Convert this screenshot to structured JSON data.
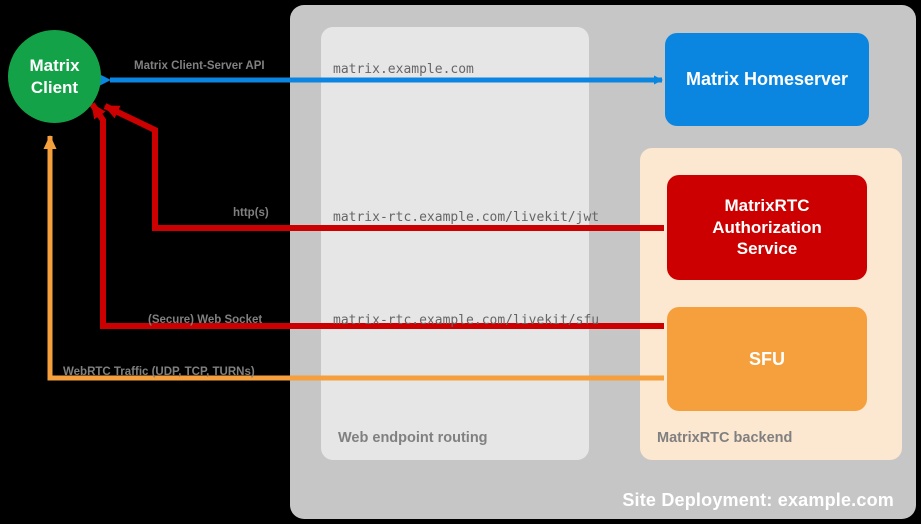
{
  "diagram": {
    "site_panel_label": "Site Deployment: example.com",
    "routing_panel_label": "Web endpoint routing",
    "backend_panel_label": "MatrixRTC backend"
  },
  "nodes": {
    "client_line1": "Matrix",
    "client_line2": "Client",
    "homeserver": "Matrix Homeserver",
    "auth_line1": "MatrixRTC",
    "auth_line2": "Authorization",
    "auth_line3": "Service",
    "sfu": "SFU"
  },
  "connections": [
    {
      "name": "client-server-api",
      "label": "Matrix Client-Server API",
      "endpoint": "matrix.example.com",
      "color": "#0b86e0"
    },
    {
      "name": "jwt-http",
      "label": "http(s)",
      "endpoint": "matrix-rtc.example.com/livekit/jwt",
      "color": "#cc0000"
    },
    {
      "name": "sfu-websocket",
      "label": "(Secure) Web Socket",
      "endpoint": "matrix-rtc.example.com/livekit/sfu",
      "color": "#cc0000"
    },
    {
      "name": "webrtc-traffic",
      "label": "WebRTC Traffic (UDP, TCP, TURNs)",
      "endpoint": "",
      "color": "#f5a03c"
    }
  ],
  "colors": {
    "background": "#000000",
    "site_panel": "#c6c6c6",
    "routing_panel": "#e6e6e6",
    "backend_panel": "#fce7d0",
    "client": "#14a248",
    "homeserver": "#0b86e0",
    "auth_service": "#cc0000",
    "sfu": "#f5a03c",
    "label_text": "#808080"
  }
}
